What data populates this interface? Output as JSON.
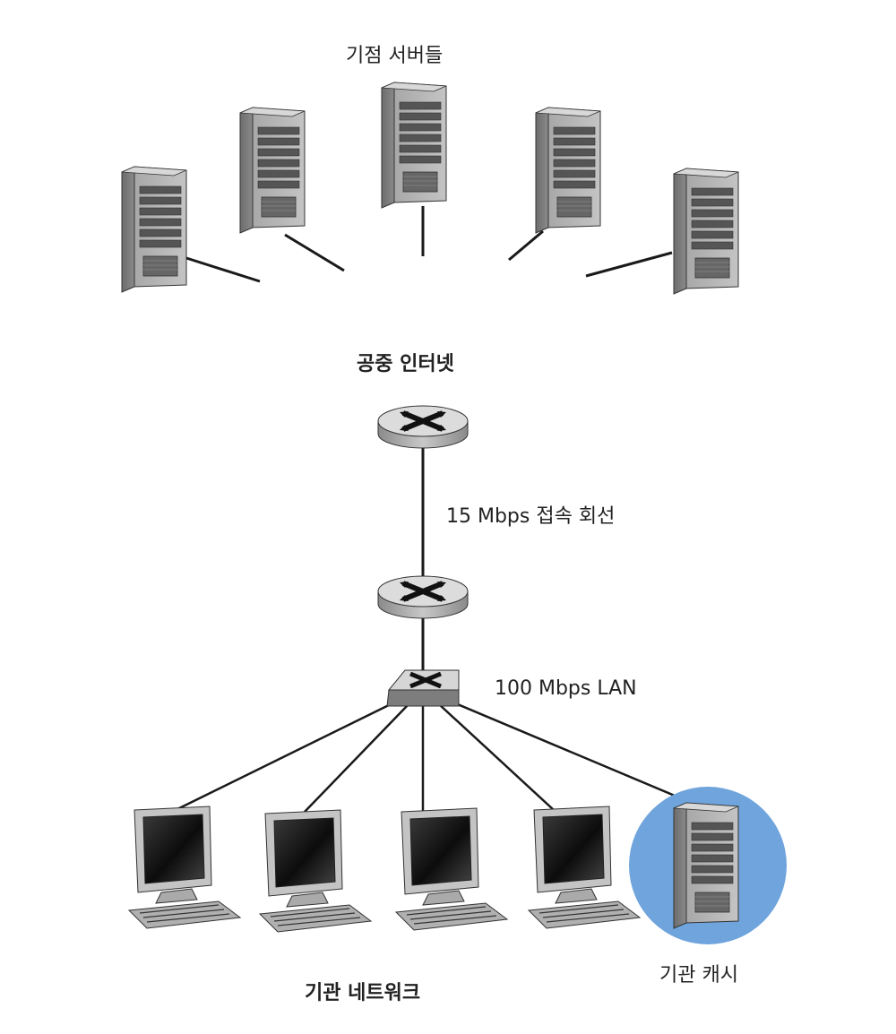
{
  "labels": {
    "origin_servers": "기점 서버들",
    "public_internet": "공중 인터넷",
    "access_link": "15 Mbps 접속 회선",
    "lan": "100 Mbps LAN",
    "institutional_network": "기관 네트워크",
    "institutional_cache": "기관 캐시"
  },
  "colors": {
    "line": "#1a1a1a",
    "server_body": "#9a9a9a",
    "router_top": "#dcdcdc",
    "cache_highlight": "#6fa4dc"
  },
  "icons": [
    "server-icon",
    "router-icon",
    "switch-icon",
    "pc-icon"
  ]
}
